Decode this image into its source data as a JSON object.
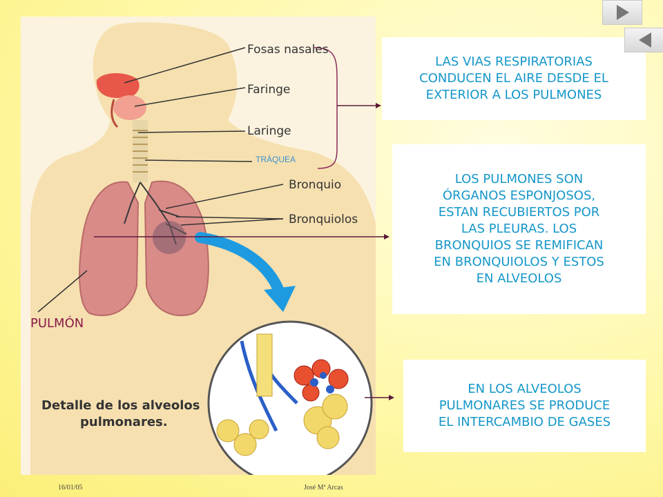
{
  "figure": {
    "labels": {
      "fosas_nasales": "Fosas nasales",
      "faringe": "Faringe",
      "laringe": "Laringe",
      "traquea": "TRÁQUEA",
      "bronquio": "Bronquio",
      "bronquiolos": "Bronquiolos",
      "pulmon": "PULMÓN"
    },
    "caption_lines": [
      "Detalle de los alveolos",
      "pulmonares."
    ]
  },
  "boxes": {
    "vias": [
      "LAS VIAS RESPIRATORIAS",
      "CONDUCEN EL AIRE DESDE EL",
      "EXTERIOR A LOS PULMONES"
    ],
    "pulmones": [
      "LOS PULMONES SON",
      "ÓRGANOS ESPONJOSOS,",
      "ESTAN RECUBIERTOS POR",
      "LAS PLEURAS. LOS",
      "BRONQUIOS SE REMIFICAN",
      "EN BRONQUIOLOS Y ESTOS",
      "EN ALVEOLOS"
    ],
    "alveolos": [
      "EN LOS ALVEOLOS",
      "PULMONARES SE PRODUCE",
      "EL INTERCAMBIO DE GASES"
    ]
  },
  "footer": {
    "date": "16/01/05",
    "author": "José Mª Arcas"
  },
  "nav": {
    "next_icon": "play-right-icon",
    "prev_icon": "play-left-icon"
  },
  "colors": {
    "accent_text": "#1597c9",
    "arrow": "#5a1a3a",
    "pulmon_label": "#8b1a4a",
    "big_arrow": "#1e9be0"
  }
}
